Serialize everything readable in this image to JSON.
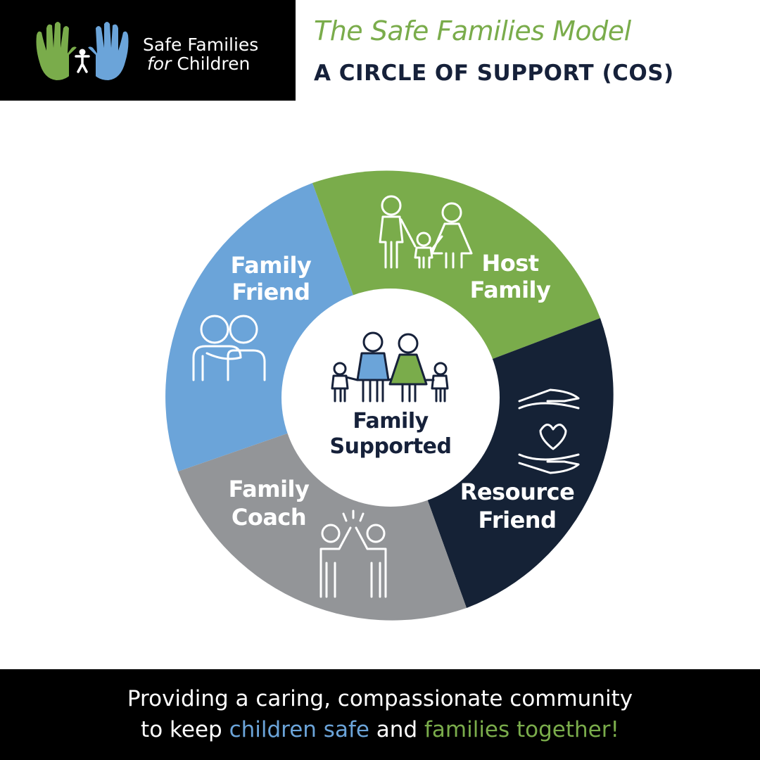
{
  "header": {
    "logo": {
      "line1": "Safe Families",
      "line2_italic": "for",
      "line2_rest": "Children",
      "left_hand_color": "#7aac4b",
      "right_hand_color": "#6ba4d9",
      "icon": "hands-with-house-and-child-icon"
    },
    "title": "The Safe Families Model",
    "subtitle": "A CIRCLE OF SUPPORT (COS)"
  },
  "diagram": {
    "center": {
      "line1": "Family",
      "line2": "Supported",
      "icon": "family-group-icon"
    },
    "segments": [
      {
        "line1": "Family",
        "line2": "Friend",
        "color": "#6ba4d9",
        "icon": "friends-embrace-icon"
      },
      {
        "line1": "Host",
        "line2": "Family",
        "color": "#7aac4b",
        "icon": "family-holding-hands-icon"
      },
      {
        "line1": "Resource",
        "line2": "Friend",
        "color": "#152236",
        "icon": "hands-heart-icon"
      },
      {
        "line1": "Family",
        "line2": "Coach",
        "color": "#939598",
        "icon": "high-five-icon"
      }
    ]
  },
  "footer": {
    "line1": "Providing a caring, compassionate community",
    "line2_a": "to keep",
    "line2_blue": "children safe",
    "line2_b": "and",
    "line2_green": "families together!",
    "blue_color": "#6ba4d9",
    "green_color": "#7aac4b"
  }
}
